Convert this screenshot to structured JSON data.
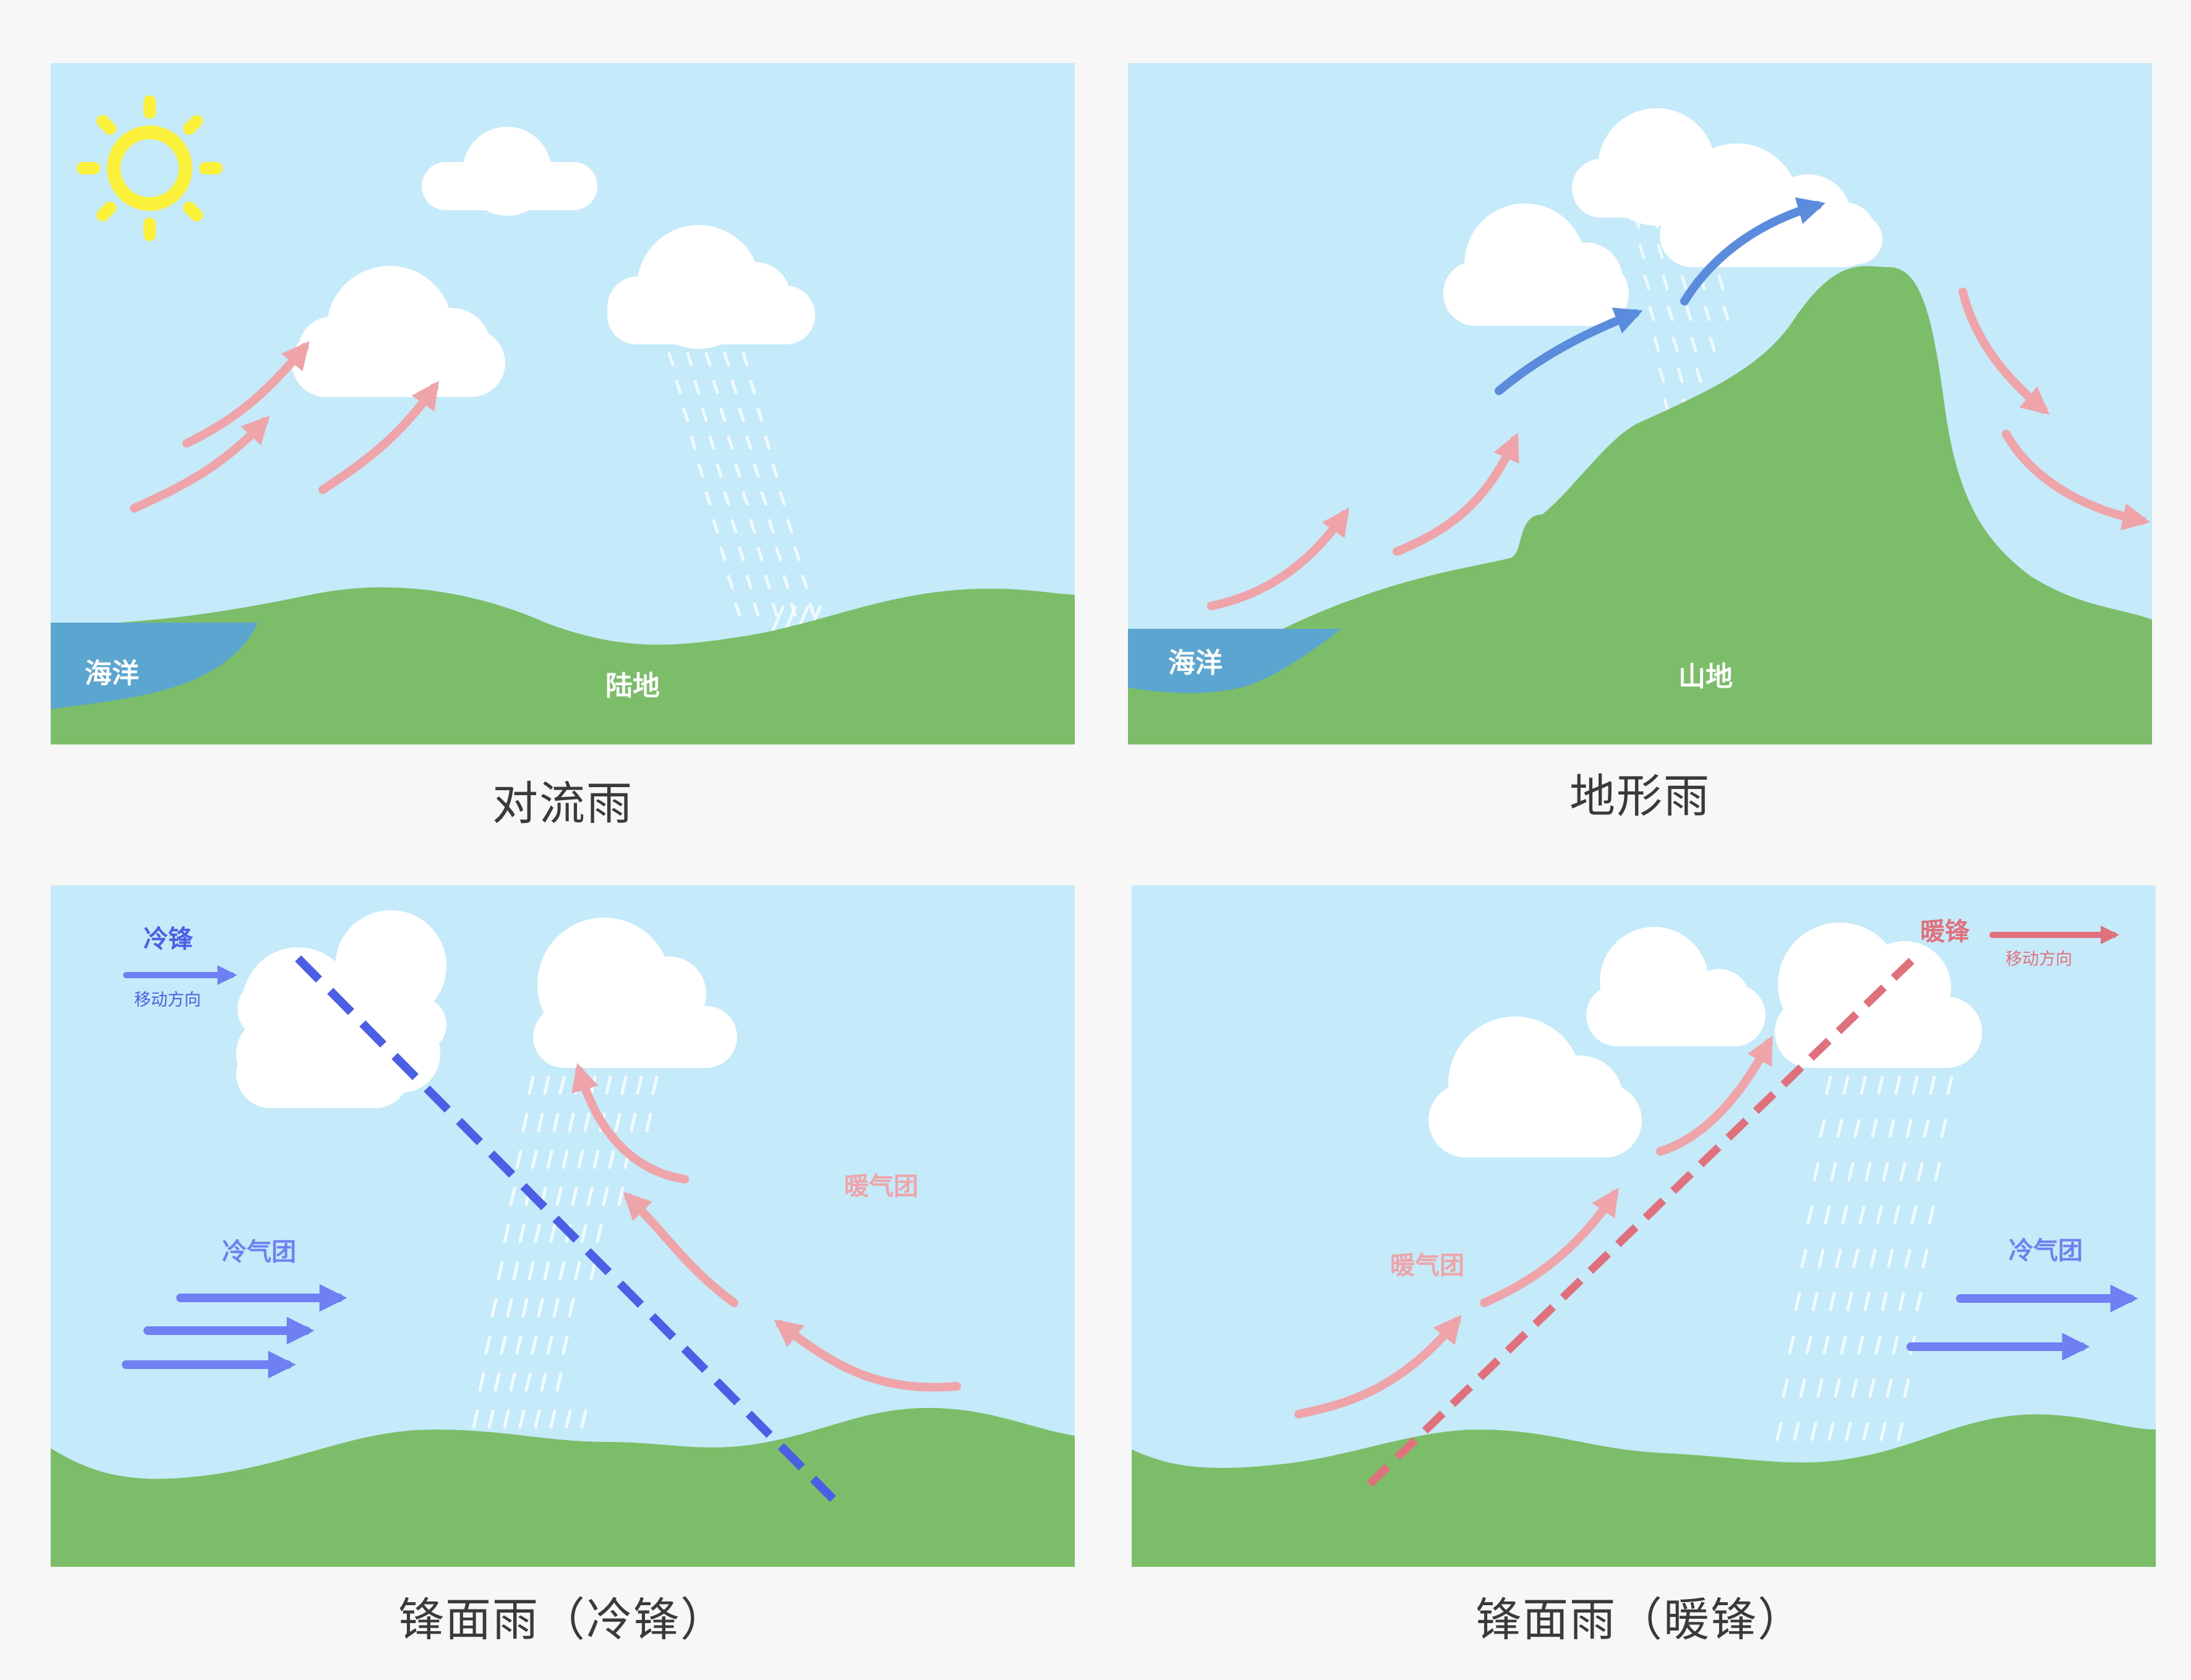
{
  "colors": {
    "sky": "#c5ebfa",
    "land": "#7cbd6a",
    "sea": "#5aa6d0",
    "sun": "#fbf13a",
    "cloud": "#ffffff",
    "warm_arrow": "#eea4a8",
    "cold_arrow": "#6f80f2",
    "lift_arrow": "#5b8bdc",
    "cold_front": "#4a5fe6",
    "warm_front": "#e0707c"
  },
  "panels": [
    {
      "caption": "对流雨",
      "labels": {
        "sea": "海洋",
        "land": "陆地"
      },
      "icons": [
        "sun-icon",
        "cloud-icon",
        "rain-icon",
        "arrow-icon"
      ]
    },
    {
      "caption": "地形雨",
      "labels": {
        "sea": "海洋",
        "land": "山地"
      },
      "icons": [
        "cloud-icon",
        "rain-icon",
        "arrow-icon"
      ]
    },
    {
      "caption": "锋面雨（冷锋）",
      "labels": {
        "front": "冷锋",
        "direction": "移动方向",
        "cold_mass": "冷气团",
        "warm_mass": "暖气团"
      },
      "icons": [
        "cloud-icon",
        "rain-icon",
        "arrow-icon",
        "front-line"
      ]
    },
    {
      "caption": "锋面雨（暖锋）",
      "labels": {
        "front": "暖锋",
        "direction": "移动方向",
        "warm_mass": "暖气团",
        "cold_mass": "冷气团"
      },
      "icons": [
        "cloud-icon",
        "rain-icon",
        "arrow-icon",
        "front-line"
      ]
    }
  ]
}
